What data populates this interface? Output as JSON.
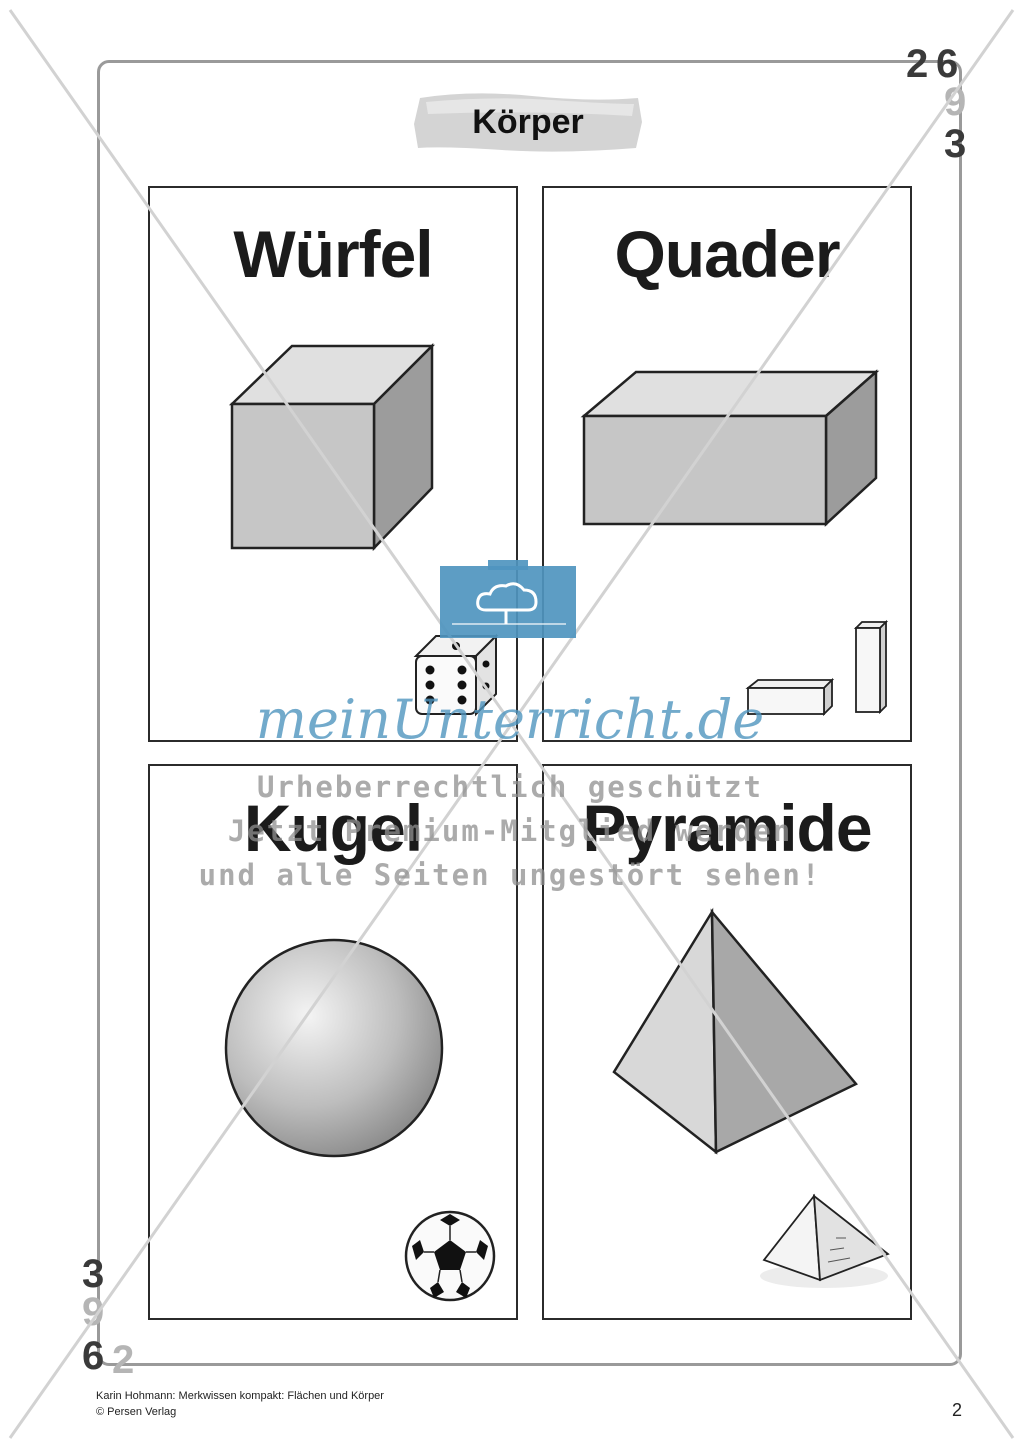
{
  "page": {
    "title": "Körper",
    "corner_top": [
      "2",
      "6",
      "9",
      "3"
    ],
    "corner_bottom": [
      "3",
      "9",
      "6",
      "2"
    ]
  },
  "cards": [
    {
      "title": "Würfel"
    },
    {
      "title": "Quader"
    },
    {
      "title": "Kugel"
    },
    {
      "title": "Pyramide"
    }
  ],
  "watermark": {
    "brand": "meinUnterricht.de",
    "line1": "Urheberrechtlich geschützt",
    "line2": "Jetzt Premium-Mitglied werden",
    "line3": "und alle Seiten ungestört sehen!"
  },
  "footer": {
    "line1": "Karin Hohmann: Merkwissen kompakt: Flächen und Körper",
    "line2": "© Persen Verlag",
    "page_number": "2"
  },
  "colors": {
    "shape_fill": "#c8c8c8",
    "shape_side": "#9a9a9a",
    "watermark_blue": "#4f95bf"
  }
}
